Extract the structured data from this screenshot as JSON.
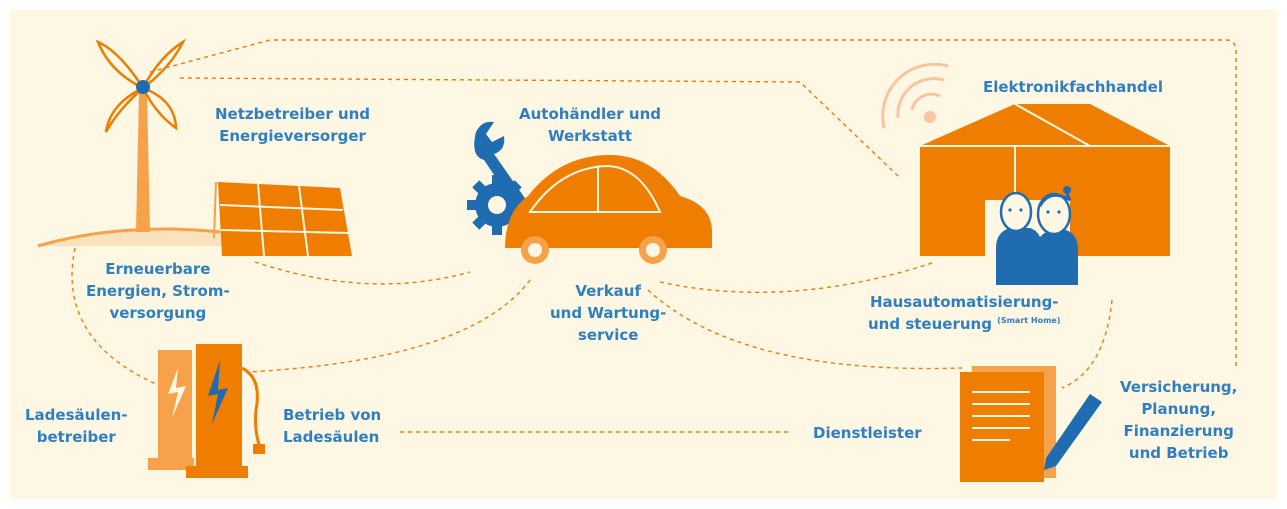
{
  "colors": {
    "background": "#fdf7e3",
    "orange": "#ef7d00",
    "light_orange": "#f5a24a",
    "pale_orange": "#f7c6a0",
    "blue": "#2f7fc1",
    "dark_blue": "#1f6db0"
  },
  "labels": {
    "netzbetreiber": [
      "Netzbetreiber und",
      "Energieversorger"
    ],
    "erneuerbare": [
      "Erneuerbare",
      "Energien, Strom-",
      "versorgung"
    ],
    "autohaendler": [
      "Autohändler und",
      "Werkstatt"
    ],
    "verkauf": [
      "Verkauf",
      "und Wartung-",
      "service"
    ],
    "elektronik": [
      "Elektronikfachhandel"
    ],
    "hausautomatisierung": [
      "Hausautomatisierung-",
      "und steuerung"
    ],
    "smart_home": "(Smart Home)",
    "ladesaeulenbetreiber": [
      "Ladesäulen-",
      "betreiber"
    ],
    "betrieb": [
      "Betrieb von",
      "Ladesäulen"
    ],
    "dienstleister": [
      "Dienstleister"
    ],
    "versicherung": [
      "Versicherung,",
      "Planung,",
      "Finanzierung",
      "und Betrieb"
    ]
  },
  "icons": [
    "wind-turbine-icon",
    "solar-panel-icon",
    "car-icon",
    "wrench-gear-icon",
    "house-icon",
    "wifi-signal-icon",
    "people-icon",
    "charging-station-icon",
    "document-pen-icon"
  ]
}
